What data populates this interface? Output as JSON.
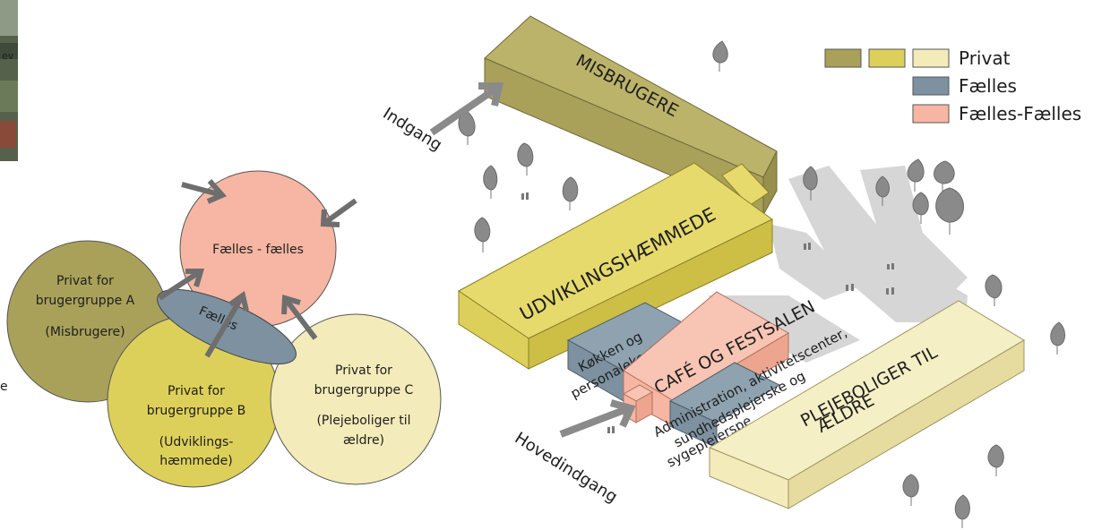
{
  "venn": {
    "center": "Fælles - fælles",
    "fælles": "Fælles",
    "a": {
      "line1": "Privat for",
      "line2": "brugergruppe A",
      "line3": "(Misbrugere)"
    },
    "b": {
      "line1": "Privat for",
      "line2": "brugergruppe B",
      "line3": "(Udviklings-",
      "line4": "hæmmede)"
    },
    "c": {
      "line1": "Privat for",
      "line2": "brugergruppe C",
      "line3": "(Plejeboliger til",
      "line4": "ældre)"
    }
  },
  "legend": {
    "privat": "Privat",
    "faelles": "Fælles",
    "faelles_faelles": "Fælles-Fælles"
  },
  "buildings": {
    "misbrugere": "MISBRUGERE",
    "udviklings": "UDVIKLINGSHÆMMEDE",
    "cafe": "CAFÉ OG FESTSALEN",
    "koekken_1": "Køkken og",
    "koekken_2": "personalekontor",
    "admin_1": "Administration, aktivitetscenter,",
    "admin_2": "sundhedsplejerske og",
    "admin_3": "sygeplejerspe",
    "pleje_1": "PLEJEBOLIGER TIL",
    "pleje_2": "ÆLDRE"
  },
  "entrances": {
    "indgang": "Indgang",
    "hovedindgang": "Hovedindgang"
  },
  "photo_text": "ev",
  "edge_text": "e",
  "colors": {
    "privat_a": "#a9a15a",
    "privat_b": "#ddd05a",
    "privat_c": "#f3ebb9",
    "faelles": "#7d91a0",
    "faelles_faelles": "#f6b6a3",
    "arrow": "#7a7a7a"
  }
}
